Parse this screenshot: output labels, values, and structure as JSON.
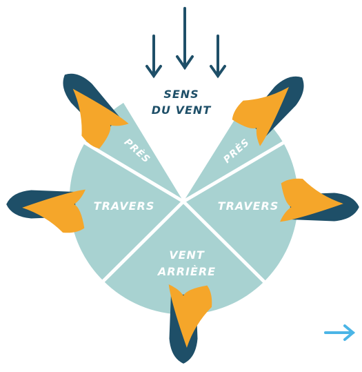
{
  "wind_label": [
    "SENS",
    "DU VENT"
  ],
  "sectors": {
    "pres_left": "PRÈS",
    "pres_right": "PRÈS",
    "travers_left": "TRAVERS",
    "travers_right": "TRAVERS",
    "vent_arriere": [
      "VENT",
      "ARRIÈRE"
    ]
  },
  "icons": {
    "wind_arrows": "down-arrow-icon",
    "boat": "sailboat-hull-icon",
    "next": "right-arrow-icon"
  },
  "colors": {
    "wheel": "#a8d2d1",
    "divider": "#ffffff",
    "hull": "#1e4f68",
    "sail": "#f5a62a",
    "arrow_accent": "#4bb5e6"
  }
}
